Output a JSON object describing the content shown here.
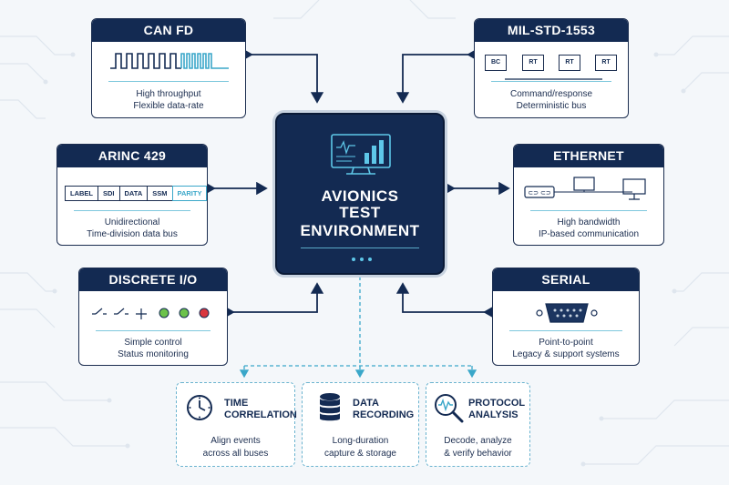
{
  "center": {
    "title_lines": [
      "AVIONICS",
      "TEST",
      "ENVIRONMENT"
    ],
    "icon": "monitor-chart-icon"
  },
  "buses": {
    "can_fd": {
      "title": "CAN FD",
      "desc": [
        "High throughput",
        "Flexible data-rate"
      ]
    },
    "mil_std": {
      "title": "MIL-STD-1553",
      "nodes": [
        "BC",
        "RT",
        "RT",
        "RT"
      ],
      "desc": [
        "Command/response",
        "Deterministic bus"
      ]
    },
    "arinc": {
      "title": "ARINC 429",
      "fields": [
        "LABEL",
        "SDI",
        "DATA",
        "SSM",
        "PARITY"
      ],
      "desc": [
        "Unidirectional",
        "Time-division data bus"
      ]
    },
    "ethernet": {
      "title": "ETHERNET",
      "desc": [
        "High bandwidth",
        "IP-based communication"
      ]
    },
    "discrete": {
      "title": "DISCRETE I/O",
      "desc": [
        "Simple control",
        "Status monitoring"
      ]
    },
    "serial": {
      "title": "SERIAL",
      "desc": [
        "Point-to-point",
        "Legacy & support systems"
      ]
    }
  },
  "services": [
    {
      "title": [
        "TIME",
        "CORRELATION"
      ],
      "desc": [
        "Align events",
        "across all buses"
      ],
      "icon": "clock-icon"
    },
    {
      "title": [
        "DATA",
        "RECORDING"
      ],
      "desc": [
        "Long-duration",
        "capture & storage"
      ],
      "icon": "database-icon"
    },
    {
      "title": [
        "PROTOCOL",
        "ANALYSIS"
      ],
      "desc": [
        "Decode, analyze",
        "& verify behavior"
      ],
      "icon": "magnifier-waveform-icon"
    }
  ],
  "colors": {
    "navy": "#132a52",
    "accent": "#3aa7c9",
    "background": "#f4f7fa"
  }
}
